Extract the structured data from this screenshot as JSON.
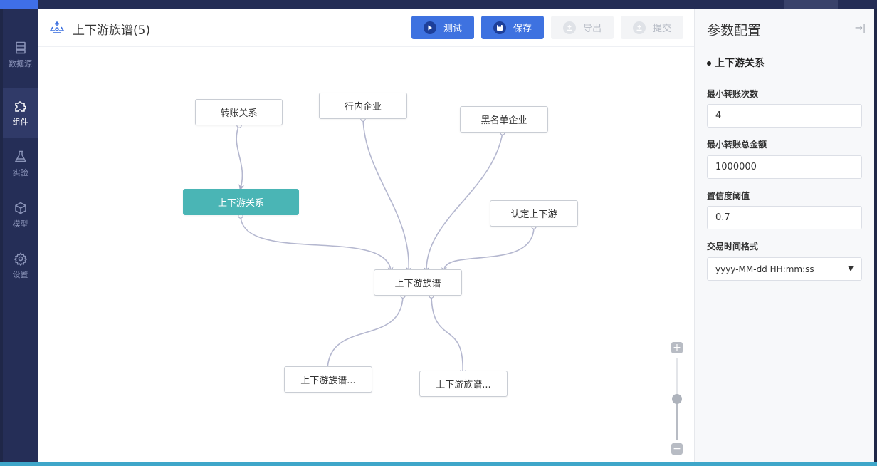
{
  "nav": [
    {
      "label": "数据源",
      "icon": "database-icon"
    },
    {
      "label": "组件",
      "icon": "puzzle-icon"
    },
    {
      "label": "实验",
      "icon": "flask-icon"
    },
    {
      "label": "模型",
      "icon": "cube-icon"
    },
    {
      "label": "设置",
      "icon": "gear-icon"
    }
  ],
  "header": {
    "title": "上下游族谱(5)",
    "buttons": {
      "test": "测试",
      "save": "保存",
      "export": "导出",
      "submit": "提交"
    }
  },
  "graph": {
    "nodes": {
      "transfer": "转账关系",
      "inbank": "行内企业",
      "blacklist": "黑名单企业",
      "updown": "上下游关系",
      "confirm": "认定上下游",
      "family": "上下游族谱",
      "out1": "上下游族谱...",
      "out2": "上下游族谱..."
    },
    "active_node": "上下游关系"
  },
  "zoom": {
    "plus": "+",
    "minus": "−",
    "level": 0.5
  },
  "panel": {
    "title": "参数配置",
    "collapse": "→|",
    "section": "上下游关系",
    "fields": [
      {
        "label": "最小转账次数",
        "value": "4"
      },
      {
        "label": "最小转账总金额",
        "value": "1000000"
      },
      {
        "label": "置信度阈值",
        "value": "0.7"
      },
      {
        "label": "交易时间格式",
        "value": "yyyy-MM-dd HH:mm:ss"
      }
    ]
  },
  "colors": {
    "accent": "#3e72e0",
    "active_node": "#4ab5b5",
    "sidebar": "#252e57"
  }
}
